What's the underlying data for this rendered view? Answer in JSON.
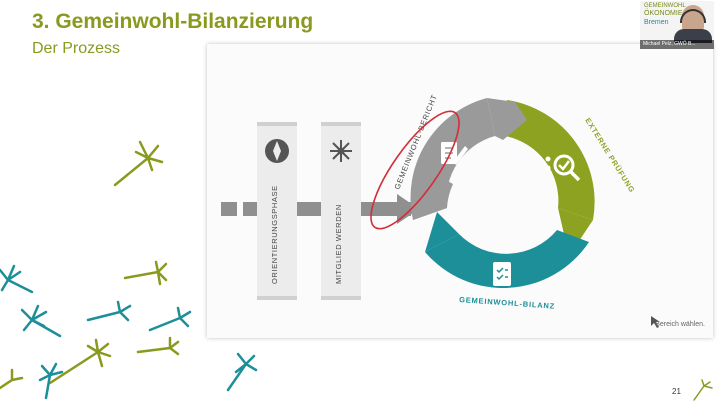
{
  "slide": {
    "title": "3. Gemeinwohl-Bilanzierung",
    "subtitle": "Der Prozess",
    "page_number": "21"
  },
  "diagram": {
    "phase_1": "ORIENTIERUNGSPHASE",
    "phase_2": "MITGLIED WERDEN",
    "segment_report": "GEMEINWOHL-BERICHT",
    "segment_audit": "EXTERNE PRÜFUNG",
    "segment_balance": "GEMEINWOHL-BILANZ",
    "hint": "Bereich wählen.",
    "colors": {
      "gray": "#9a9a9a",
      "green": "#8ea221",
      "teal": "#1d8f98",
      "red": "#d42d3a"
    }
  },
  "video": {
    "org_line1": "GEMEINWOHL",
    "org_line2": "ÖKONOMIE",
    "org_line3": "Bremen",
    "participant": "Michael Pelz, GWÖ B..."
  }
}
